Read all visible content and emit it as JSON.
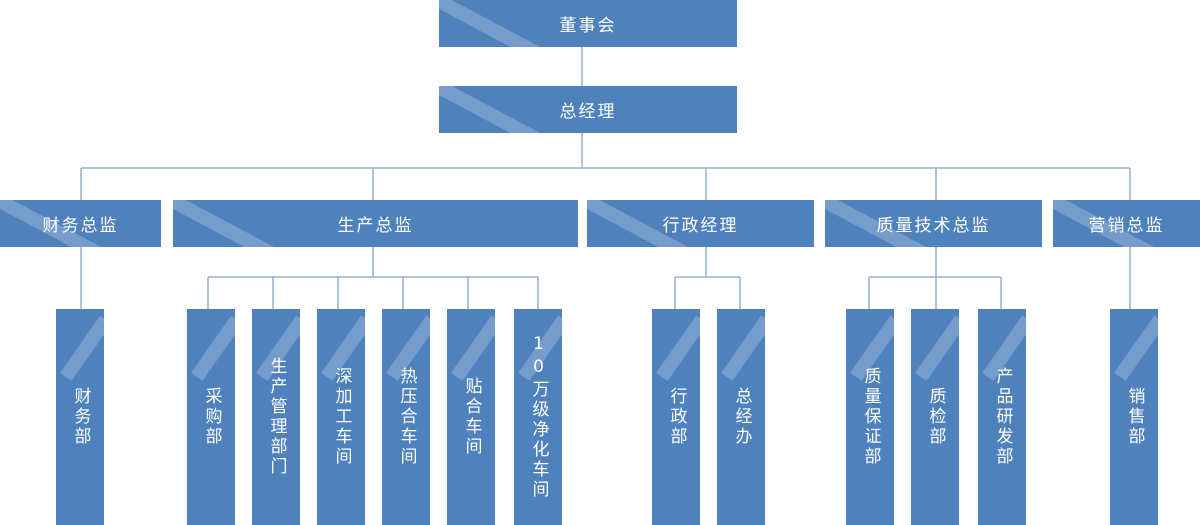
{
  "root": "董事会",
  "ceo": "总经理",
  "directors": [
    "财务总监",
    "生产总监",
    "行政经理",
    "质量技术总监",
    "营销总监"
  ],
  "departments": [
    "财务部",
    "采购部",
    "生产管理部门",
    "深加工车间",
    "热压合车间",
    "贴合车间",
    "10万级净化车间",
    "行政部",
    "总经办",
    "质量保证部",
    "质检部",
    "产品研发部",
    "销售部"
  ],
  "colors": {
    "box": "#4f81bd",
    "line": "#7fa3cd"
  }
}
